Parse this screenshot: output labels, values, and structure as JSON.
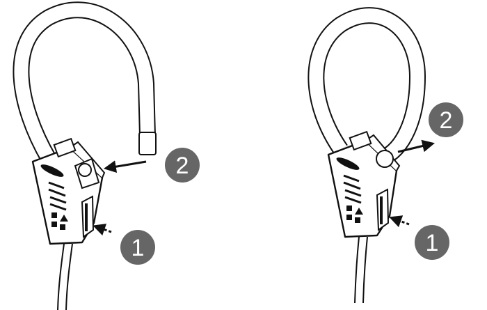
{
  "colors": {
    "stroke": "#111111",
    "badge": "#666666",
    "badge_text": "#ffffff",
    "background": "#ffffff"
  },
  "left": {
    "step_badge_1": "1",
    "step_badge_2": "2"
  },
  "right": {
    "step_badge_1": "1",
    "step_badge_2": "2"
  }
}
